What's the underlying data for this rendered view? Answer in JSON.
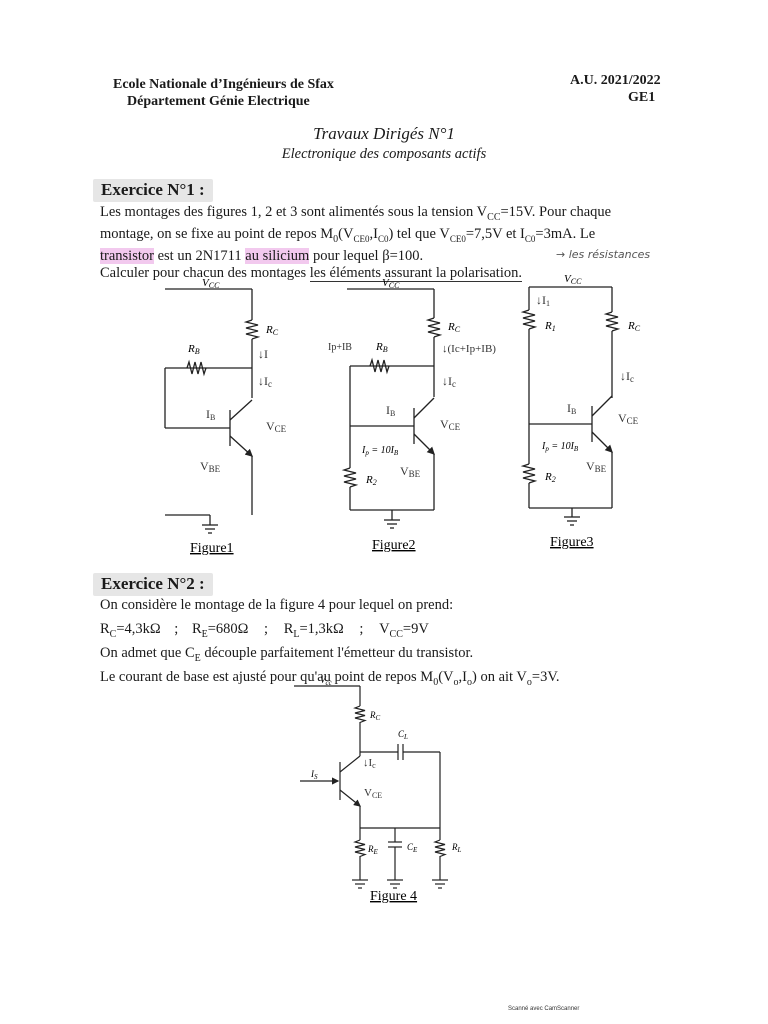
{
  "header": {
    "school": "Ecole Nationale d’Ingénieurs de Sfax",
    "department": "Département Génie Electrique",
    "year": "A.U. 2021/2022",
    "class": "GE1"
  },
  "title": {
    "main": "Travaux Dirigés N°1",
    "subtitle": "Electronique des composants actifs"
  },
  "ex1": {
    "title": "Exercice N°1 :",
    "line1_a": "Les montages des figures 1, 2 et 3 sont alimentés sous la tension V",
    "line1_sub": "CC",
    "line1_b": "=15V. Pour chaque",
    "line2_a": "montage, on se fixe au point de repos M",
    "line2_b": "(V",
    "line2_c": ",I",
    "line2_d": ") tel que   V",
    "line2_e": "=7,5V   et   I",
    "line2_f": "=3mA. Le",
    "sub_0": "0",
    "sub_ce0": "CE0",
    "sub_c0": "C0",
    "line3_a": "transistor",
    "line3_b": " est un 2N1711 ",
    "line3_c": "au silicium",
    "line3_d": " pour lequel  β=100.",
    "line4_a": "Calculer pour chacun des montages",
    "line4_b": "les éléments assurant la polarisation.",
    "note": "les résistances"
  },
  "figures": {
    "vcc": "V",
    "vcc_sub": "CC",
    "rc": "R",
    "rc_sub": "C",
    "rb": "R",
    "rb_sub": "B",
    "r1": "R",
    "r1_sub": "1",
    "r2": "R",
    "r2_sub": "2",
    "ip": "I",
    "ip_sub": "p",
    "ip_eq": " = 10I",
    "ip_eq_sub": "B",
    "fig1": "Figure1",
    "fig2": "Figure2",
    "fig3": "Figure3",
    "fig4": "Figure 4",
    "hand_I": "I",
    "hand_Ic": "I",
    "hand_c": "c",
    "hand_Ib": "I",
    "hand_b": "B",
    "hand_vce": "V",
    "hand_ce": "CE",
    "hand_vbe": "V",
    "hand_be": "BE",
    "hand_i1": "I",
    "hand_1": "1",
    "hand_f2_top": "Ip+IB",
    "hand_f2_sum": "(Ic+Ip+IB)"
  },
  "ex2": {
    "title": "Exercice N°2 :",
    "line1": "On considère le montage de la figure 4 pour lequel on prend:",
    "rc": "R",
    "rc_sub": "C",
    "rc_val": "=4,3kΩ",
    "re": "R",
    "re_sub": "E",
    "re_val": "=680Ω",
    "rl": "R",
    "rl_sub": "L",
    "rl_val": "=1,3kΩ",
    "vcc": "V",
    "vcc_sub": "CC",
    "vcc_val": "=9V",
    "sep": ";",
    "line3_a": "On admet que C",
    "line3_sub": "E",
    "line3_b": " découple parfaitement l'émetteur du transistor.",
    "line4_a": "Le courant de base est ajusté pour qu'au point de repos M",
    "line4_sub0": "0",
    "line4_b": "(V",
    "line4_c": ",I",
    "line4_d": ") on ait  V",
    "line4_e": "=3V.",
    "sub_o": "o"
  },
  "fig4": {
    "vcc": "V",
    "vcc_sub": "cc",
    "rc": "R",
    "rc_sub": "C",
    "cl": "C",
    "cl_sub": "L",
    "is": "I",
    "is_sub": "S",
    "re": "R",
    "re_sub": "E",
    "ce": "C",
    "ce_sub": "E",
    "rl": "R",
    "rl_sub": "L"
  },
  "footer": {
    "scanner": "Scanné avec CamScanner"
  }
}
